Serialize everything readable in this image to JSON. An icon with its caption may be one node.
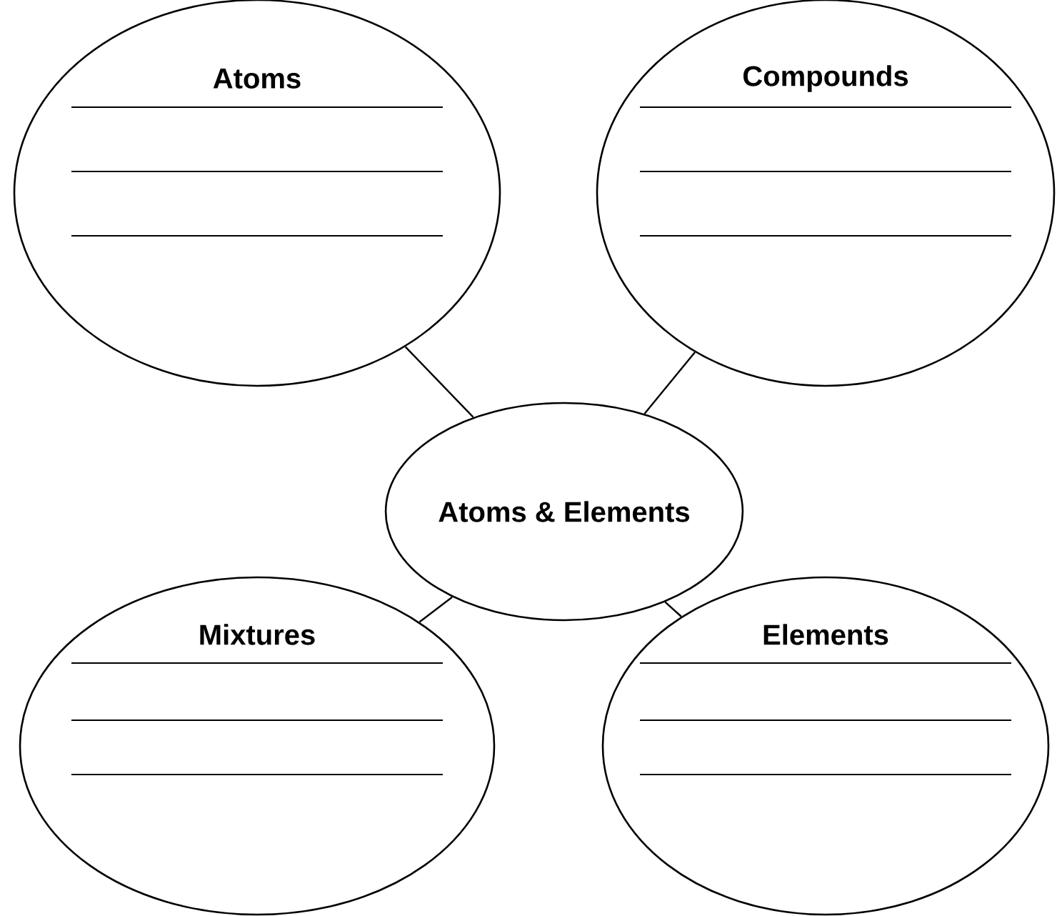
{
  "diagram": {
    "nodes": [
      {
        "text": [
          "Atoms"
        ]
      },
      {
        "text": [
          "Compounds"
        ]
      },
      {
        "text": [
          "Atoms & Elements"
        ]
      },
      {
        "text": [
          "Mixtures"
        ]
      },
      {
        "text": [
          "Elements"
        ]
      }
    ],
    "edges": [
      {
        "from": 2,
        "to": 0,
        "arrow": "none"
      },
      {
        "from": 2,
        "to": 1,
        "arrow": "none"
      },
      {
        "from": 2,
        "to": 3,
        "arrow": "none"
      },
      {
        "from": 2,
        "to": 4,
        "arrow": "none"
      }
    ]
  }
}
